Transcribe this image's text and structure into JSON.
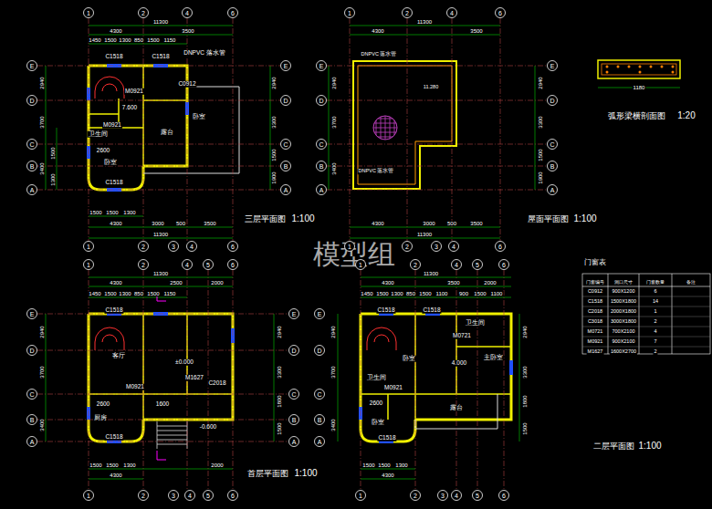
{
  "diagram": {
    "nodes": [
      {
        "text": [
          "1"
        ]
      },
      {
        "text": [
          "2"
        ]
      },
      {
        "text": [
          "4"
        ]
      },
      {
        "text": [
          "6"
        ]
      },
      {
        "text": [
          "E"
        ]
      },
      {
        "text": [
          "D"
        ]
      },
      {
        "text": [
          "C"
        ]
      },
      {
        "text": [
          "B"
        ]
      },
      {
        "text": [
          "A"
        ]
      },
      {
        "text": [
          "E"
        ]
      },
      {
        "text": [
          "D"
        ]
      },
      {
        "text": [
          "C"
        ]
      },
      {
        "text": [
          "B"
        ]
      },
      {
        "text": [
          "A"
        ]
      },
      {
        "text": [
          "1"
        ]
      },
      {
        "text": [
          "2"
        ]
      },
      {
        "text": [
          "3"
        ]
      },
      {
        "text": [
          "4"
        ]
      },
      {
        "text": [
          "6"
        ]
      },
      {
        "text": [
          "1"
        ]
      },
      {
        "text": [
          "2"
        ]
      },
      {
        "text": [
          "4"
        ]
      },
      {
        "text": [
          "6"
        ]
      },
      {
        "text": [
          "E"
        ]
      },
      {
        "text": [
          "D"
        ]
      },
      {
        "text": [
          "C"
        ]
      },
      {
        "text": [
          "B"
        ]
      },
      {
        "text": [
          "A"
        ]
      },
      {
        "text": [
          "E"
        ]
      },
      {
        "text": [
          "D"
        ]
      },
      {
        "text": [
          "C"
        ]
      },
      {
        "text": [
          "B"
        ]
      },
      {
        "text": [
          "A"
        ]
      },
      {
        "text": [
          "1"
        ]
      },
      {
        "text": [
          "2"
        ]
      },
      {
        "text": [
          "3"
        ]
      },
      {
        "text": [
          "4"
        ]
      },
      {
        "text": [
          "6"
        ]
      },
      {
        "text": [
          "1"
        ]
      },
      {
        "text": [
          "2"
        ]
      },
      {
        "text": [
          "4"
        ]
      },
      {
        "text": [
          "5"
        ]
      },
      {
        "text": [
          "6"
        ]
      },
      {
        "text": [
          "E"
        ]
      },
      {
        "text": [
          "D"
        ]
      },
      {
        "text": [
          "C"
        ]
      },
      {
        "text": [
          "B"
        ]
      },
      {
        "text": [
          "A"
        ]
      },
      {
        "text": [
          "E"
        ]
      },
      {
        "text": [
          "D"
        ]
      },
      {
        "text": [
          "C"
        ]
      },
      {
        "text": [
          "B"
        ]
      },
      {
        "text": [
          "A"
        ]
      },
      {
        "text": [
          "1"
        ]
      },
      {
        "text": [
          "2"
        ]
      },
      {
        "text": [
          "3"
        ]
      },
      {
        "text": [
          "4"
        ]
      },
      {
        "text": [
          "5"
        ]
      },
      {
        "text": [
          "6"
        ]
      },
      {
        "text": [
          "1"
        ]
      },
      {
        "text": [
          "2"
        ]
      },
      {
        "text": [
          "4"
        ]
      },
      {
        "text": [
          "5"
        ]
      },
      {
        "text": [
          "6"
        ]
      },
      {
        "text": [
          "E"
        ]
      },
      {
        "text": [
          "D"
        ]
      },
      {
        "text": [
          "C"
        ]
      },
      {
        "text": [
          "B"
        ]
      },
      {
        "text": [
          "A"
        ]
      },
      {
        "text": [
          "1"
        ]
      },
      {
        "text": [
          "2"
        ]
      },
      {
        "text": [
          "3"
        ]
      },
      {
        "text": [
          "4"
        ]
      },
      {
        "text": [
          "5"
        ]
      },
      {
        "text": [
          "6"
        ]
      }
    ],
    "edges": [
      {
        "from": 0,
        "to": 14,
        "arrow": "none"
      },
      {
        "from": 1,
        "to": 15,
        "arrow": "none"
      },
      {
        "from": 2,
        "to": 17,
        "arrow": "none"
      },
      {
        "from": 3,
        "to": 18,
        "arrow": "none"
      },
      {
        "from": 4,
        "to": 9,
        "arrow": "none"
      },
      {
        "from": 5,
        "to": 10,
        "arrow": "none"
      },
      {
        "from": 6,
        "to": 11,
        "arrow": "none"
      },
      {
        "from": 7,
        "to": 12,
        "arrow": "none"
      },
      {
        "from": 8,
        "to": 13,
        "arrow": "none"
      },
      {
        "from": 19,
        "to": 33,
        "arrow": "none"
      },
      {
        "from": 20,
        "to": 34,
        "arrow": "none"
      },
      {
        "from": 21,
        "to": 36,
        "arrow": "none"
      },
      {
        "from": 22,
        "to": 37,
        "arrow": "none"
      },
      {
        "from": 23,
        "to": 28,
        "arrow": "none"
      },
      {
        "from": 24,
        "to": 29,
        "arrow": "none"
      },
      {
        "from": 25,
        "to": 30,
        "arrow": "none"
      },
      {
        "from": 26,
        "to": 31,
        "arrow": "none"
      },
      {
        "from": 27,
        "to": 32,
        "arrow": "none"
      },
      {
        "from": 38,
        "to": 53,
        "arrow": "none"
      },
      {
        "from": 39,
        "to": 54,
        "arrow": "none"
      },
      {
        "from": 40,
        "to": 56,
        "arrow": "none"
      },
      {
        "from": 41,
        "to": 57,
        "arrow": "none"
      },
      {
        "from": 42,
        "to": 58,
        "arrow": "none"
      },
      {
        "from": 43,
        "to": 48,
        "arrow": "none"
      },
      {
        "from": 44,
        "to": 49,
        "arrow": "none"
      },
      {
        "from": 45,
        "to": 50,
        "arrow": "none"
      },
      {
        "from": 46,
        "to": 51,
        "arrow": "none"
      },
      {
        "from": 47,
        "to": 52,
        "arrow": "none"
      },
      {
        "from": 59,
        "to": 69,
        "arrow": "none"
      },
      {
        "from": 60,
        "to": 70,
        "arrow": "none"
      },
      {
        "from": 61,
        "to": 72,
        "arrow": "none"
      },
      {
        "from": 62,
        "to": 73,
        "arrow": "none"
      },
      {
        "from": 63,
        "to": 74,
        "arrow": "none"
      }
    ],
    "labels": [
      "11300",
      "4300",
      "3500",
      "1450",
      "1500",
      "1300",
      "850",
      "1500",
      "1150",
      "2940",
      "3700",
      "3400",
      "1500",
      "1300",
      "2940",
      "3300",
      "1500",
      "1900",
      "C1518",
      "C1518",
      "DNPVC 落水管",
      "M0921",
      "C0912",
      "7.600",
      "卫生间",
      "M0921",
      "露台",
      "2600",
      "卧室",
      "C1518",
      "卧室",
      "1500",
      "1500",
      "1300",
      "4300",
      "3000",
      "500",
      "3500",
      "11300",
      "三层平面图",
      "1:100",
      "11300",
      "4300",
      "3500",
      "2940",
      "3700",
      "3400",
      "2940",
      "3300",
      "1500",
      "1900",
      "DNPVC 落水管",
      "11.280",
      "DNPVC 落水管",
      "4300",
      "3000",
      "500",
      "3500",
      "11300",
      "屋面平面图",
      "1:100",
      "1180",
      "弧形梁横剖面图",
      "1:20",
      "模型组",
      "11300",
      "4300",
      "2500",
      "2000",
      "1450",
      "1500",
      "1300",
      "850",
      "1500",
      "1150",
      "2940",
      "3700",
      "3400",
      "2940",
      "3300",
      "1800",
      "1500",
      "C1518",
      "客厅",
      "±0.000",
      "M0921",
      "M1627",
      "C2018",
      "2600",
      "1600",
      "厨房",
      "-0.600",
      "C1518",
      "1500",
      "1500",
      "1300",
      "2000",
      "4300",
      "首层平面图",
      "1:100",
      "11300",
      "4300",
      "3500",
      "2000",
      "1450",
      "1500",
      "1300",
      "850",
      "1500",
      "1100",
      "900",
      "1500",
      "1100",
      "2940",
      "3700",
      "3400",
      "2940",
      "3300",
      "1800",
      "1500",
      "C1518",
      "C1518",
      "卫生间",
      "M0721",
      "卧室",
      "4.000",
      "主卧室",
      "M0921",
      "卫生间",
      "2600",
      "露台",
      "卧室",
      "C1518",
      "1500",
      "1500",
      "1300",
      "4300",
      "二层平面图",
      "1:100",
      "门窗表",
      "门窗编号",
      "洞口尺寸",
      "门窗数量",
      "备注",
      "C0912",
      "900X1200",
      "6",
      "C1518",
      "1500X1800",
      "14",
      "C2018",
      "2000X1800",
      "1",
      "C3018",
      "3000X1800",
      "2",
      "M0721",
      "700X2100",
      "4",
      "M0921",
      "900X2100",
      "7",
      "M1627",
      "1600X2700",
      "2"
    ]
  }
}
